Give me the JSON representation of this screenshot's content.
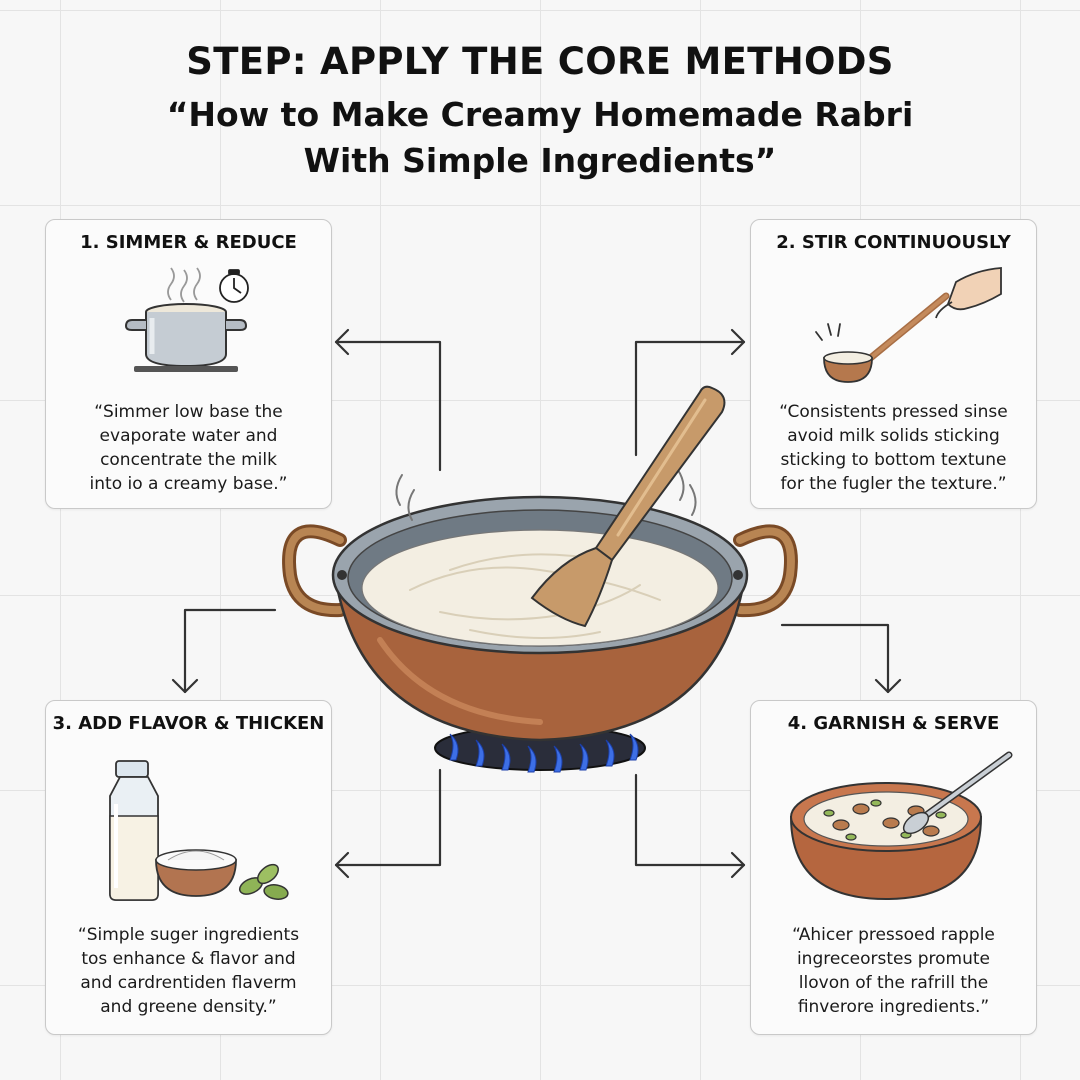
{
  "header": {
    "step_title": "STEP: APPLY THE CORE METHODS",
    "subtitle_line1": "“How to Make Creamy Homemade Rabri",
    "subtitle_line2": "With Simple Ingredients”"
  },
  "cards": [
    {
      "title": "1. SIMMER & REDUCE",
      "icon": "simmering-pot-icon",
      "lines": [
        "“Simmer low base the",
        "evaporate water and",
        "concentrate the milk",
        "into io a creamy base.”"
      ]
    },
    {
      "title": "2. STIR CONTINUOUSLY",
      "icon": "hand-ladle-icon",
      "lines": [
        "“Consistents pressed sinse",
        "avoid milk solids sticking",
        "sticking to bottom textune",
        "for the fugler the texture.”"
      ]
    },
    {
      "title": "3. ADD FLAVOR & THICKEN",
      "icon": "milk-sugar-cardamom-icon",
      "lines": [
        "“Simple suger ingredients",
        "tos enhance & flavor and",
        "and cardrentiden flaverm",
        "and greene density.”"
      ]
    },
    {
      "title": "4. GARNISH & SERVE",
      "icon": "rabri-bowl-icon",
      "lines": [
        "“Ahicer pressoed rapple",
        "ingreceorstes promute",
        "llovon of the rafrill the",
        "finverore ingredients.”"
      ]
    }
  ],
  "center": {
    "icon": "kadai-on-burner-icon"
  },
  "colors": {
    "wood": "#c79a6a",
    "copper": "#b07049",
    "flame": "#3d6fe6",
    "milk": "#f3eee2",
    "border": "#c9c9c9"
  }
}
